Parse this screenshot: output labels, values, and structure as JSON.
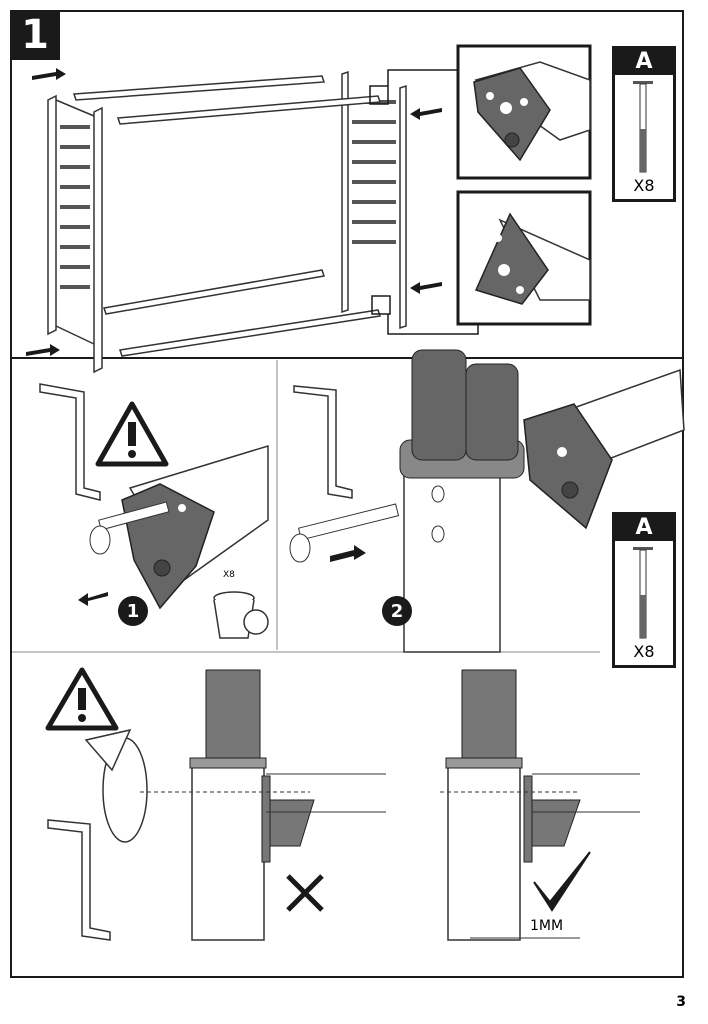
{
  "page": {
    "step_number": "1",
    "page_number": "3"
  },
  "parts": [
    {
      "id": "A",
      "quantity": "X8",
      "icon": "bolt-icon"
    },
    {
      "id": "A",
      "quantity": "X8",
      "icon": "bolt-icon"
    }
  ],
  "substeps": [
    {
      "number": "1",
      "action": "remove-bolt"
    },
    {
      "number": "2",
      "action": "insert-bolt"
    }
  ],
  "trash": {
    "quantity": "X8"
  },
  "measurement": {
    "label": "1MM"
  },
  "icons": {
    "warning": "warning-icon",
    "allen_key": "allen-key-icon",
    "wrong": "cross-icon",
    "correct": "checkmark-icon",
    "rotate": "rotate-arrow-icon"
  }
}
